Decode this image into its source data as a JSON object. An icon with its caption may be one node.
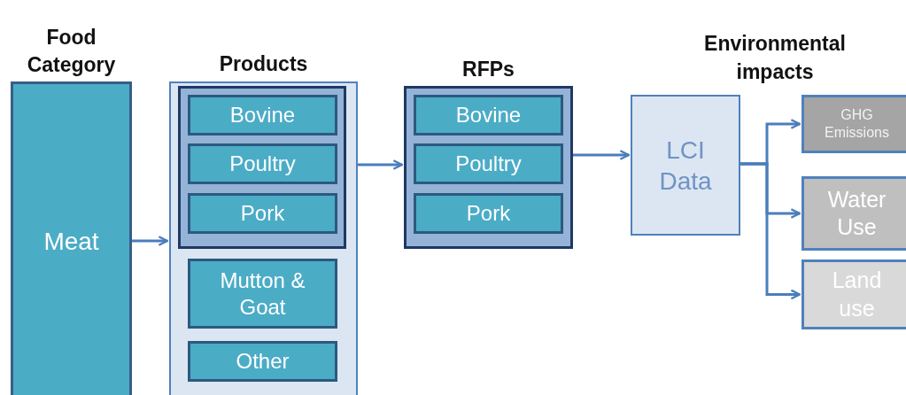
{
  "diagram": {
    "nodes": [
      {
        "text": [
          "Food Category",
          "Meat"
        ]
      },
      {
        "text": [
          "Products"
        ]
      },
      {
        "text": [],
        "shape": "box",
        "in": 1
      },
      {
        "text": [
          "Bovine"
        ],
        "in": 2
      },
      {
        "text": [
          "Poultry"
        ],
        "in": 2
      },
      {
        "text": [
          "Pork"
        ],
        "in": 2
      },
      {
        "text": [
          "Mutton & Goat"
        ],
        "in": 1
      },
      {
        "text": [
          "Other"
        ],
        "in": 1
      },
      {
        "text": [
          "RFPs"
        ]
      },
      {
        "text": [
          "Bovine"
        ],
        "in": 8
      },
      {
        "text": [
          "Poultry"
        ],
        "in": 8
      },
      {
        "text": [
          "Pork"
        ],
        "in": 8
      },
      {
        "text": [
          "LCI Data"
        ]
      },
      {
        "text": [
          "GHG Emissions"
        ]
      },
      {
        "text": [
          "Water Use"
        ]
      },
      {
        "text": [
          "Land use"
        ]
      }
    ],
    "edges": [
      {
        "from": 0,
        "to": 1,
        "arrow": "to"
      },
      {
        "from": 2,
        "to": 8,
        "arrow": "to"
      },
      {
        "from": 8,
        "to": 12,
        "arrow": "to"
      },
      {
        "from": 12,
        "to": 13,
        "arrow": "to"
      },
      {
        "from": 12,
        "to": 14,
        "arrow": "to"
      },
      {
        "from": 12,
        "to": 15,
        "arrow": "to"
      }
    ],
    "labels": [
      "Environmental impacts"
    ]
  }
}
